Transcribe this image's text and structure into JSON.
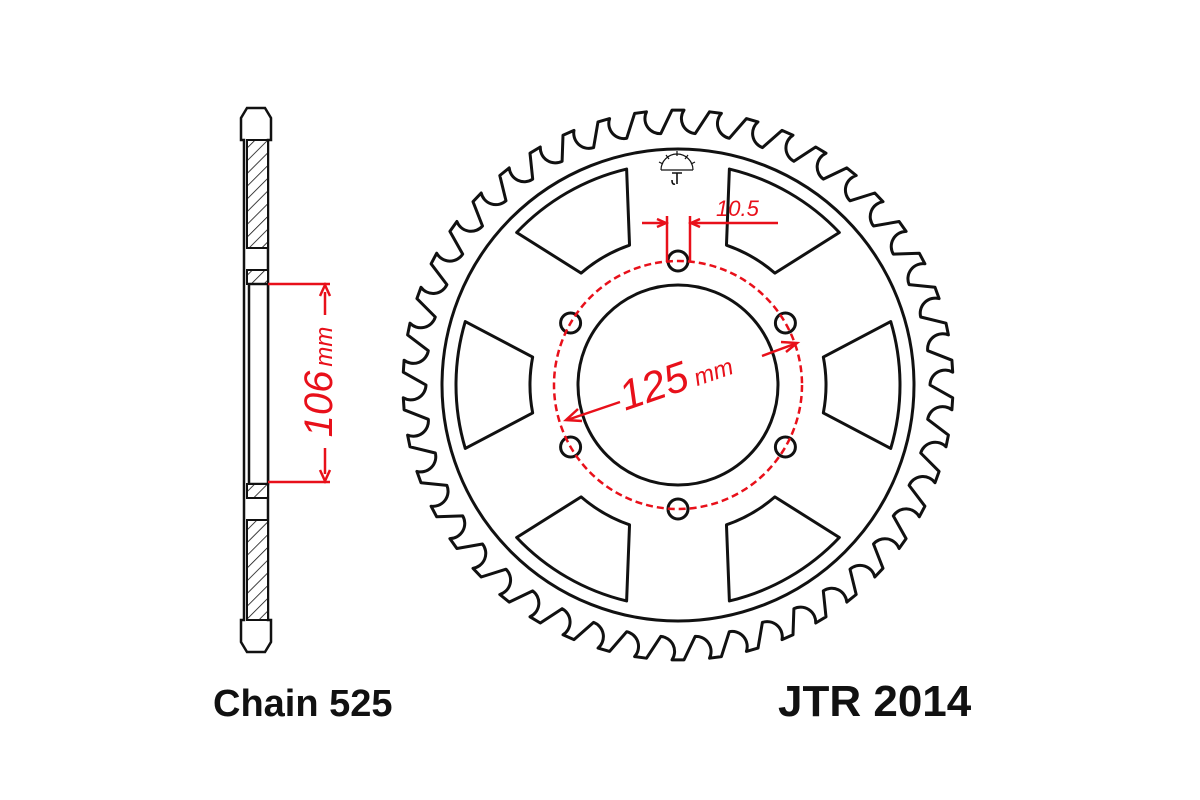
{
  "left_caption": "Chain 525",
  "right_caption": "JTR 2014",
  "dimensions": {
    "offset_value": "106",
    "offset_unit": "mm",
    "pcd_value": "125",
    "pcd_unit": "mm",
    "bolt_hole_value": "10.5"
  },
  "sprocket": {
    "teeth": 46,
    "bolt_holes": 6,
    "spokes": 6
  },
  "colors": {
    "outline": "#111111",
    "dimension": "#e8101a",
    "background": "#ffffff"
  },
  "icons": [
    "jt-logo-icon"
  ]
}
